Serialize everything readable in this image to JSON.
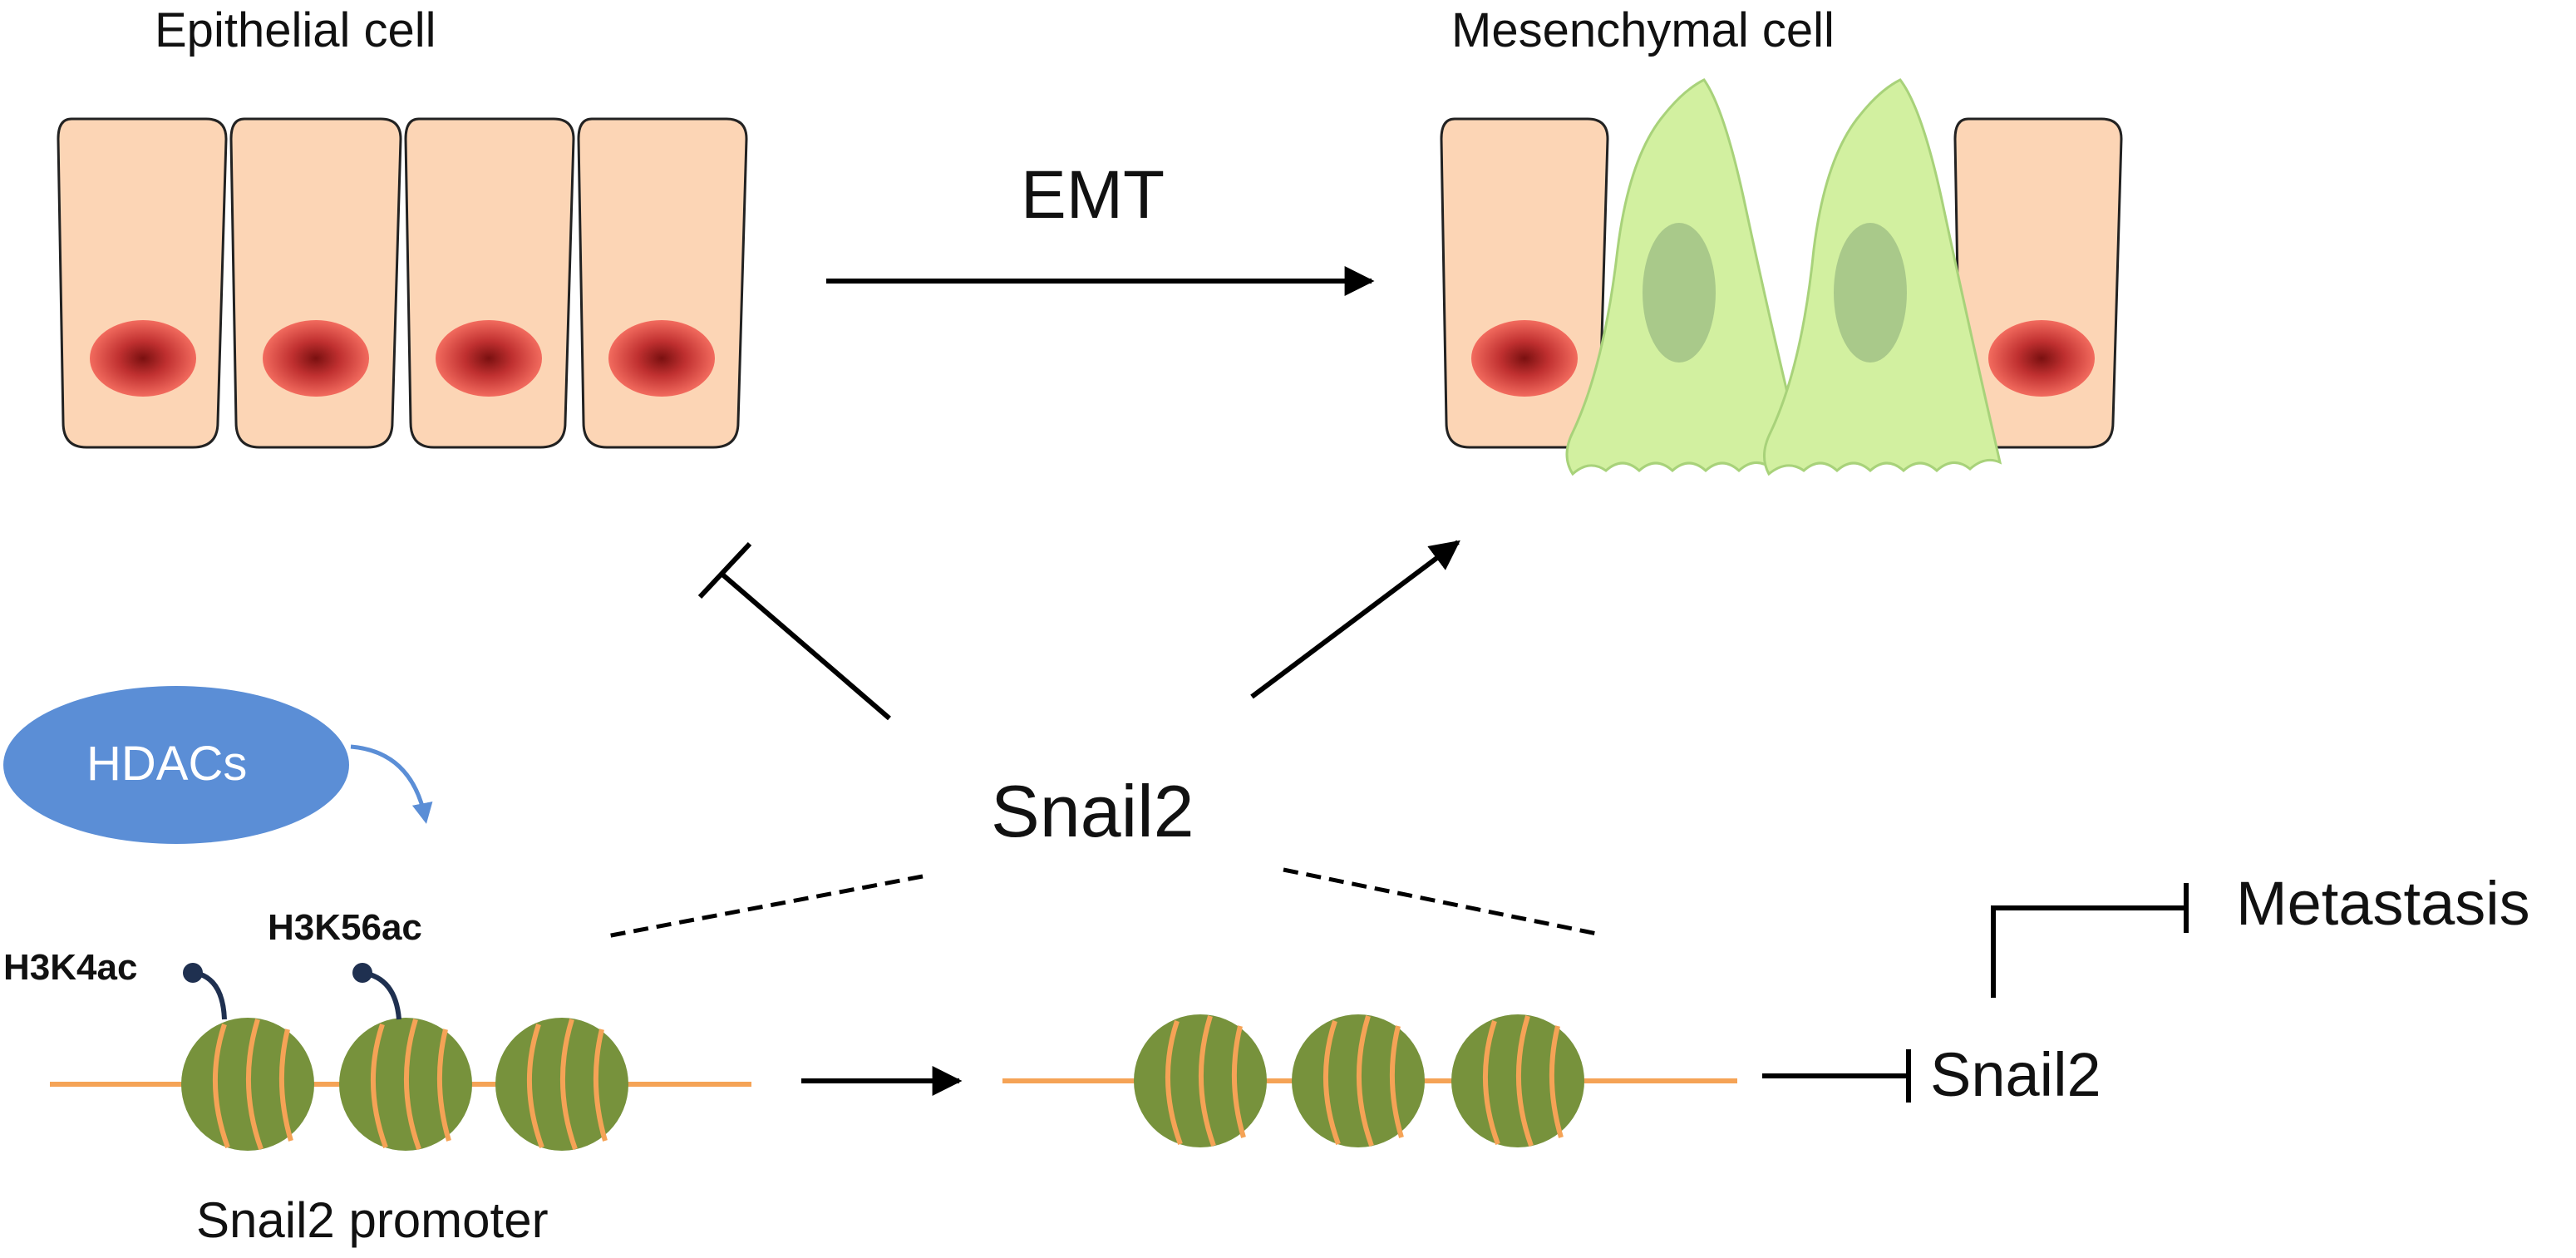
{
  "labels": {
    "epithelial_cell": "Epithelial cell",
    "mesenchymal_cell": "Mesenchymal cell",
    "emt": "EMT",
    "snail2_center": "Snail2",
    "hdacs": "HDACs",
    "h3k4ac": "H3K4ac",
    "h3k56ac": "H3K56ac",
    "snail2_promoter": "Snail2 promoter",
    "snail2_right": "Snail2",
    "metastasis": "Metastasis"
  },
  "colors": {
    "epithelial_cell_fill": "#fcd5b5",
    "nucleus_red": "#f05a50",
    "nucleus_dark": "#8b1a1a",
    "mesenchymal_fill": "#d2f0a0",
    "mesenchymal_stroke": "#a8d27a",
    "mesenchymal_nucleus": "#a9c98a",
    "hdacs_fill": "#5b8ed6",
    "nucleosome_fill": "#77923c",
    "dna_orange": "#f5a356",
    "acetyl_mark": "#1f3050"
  }
}
